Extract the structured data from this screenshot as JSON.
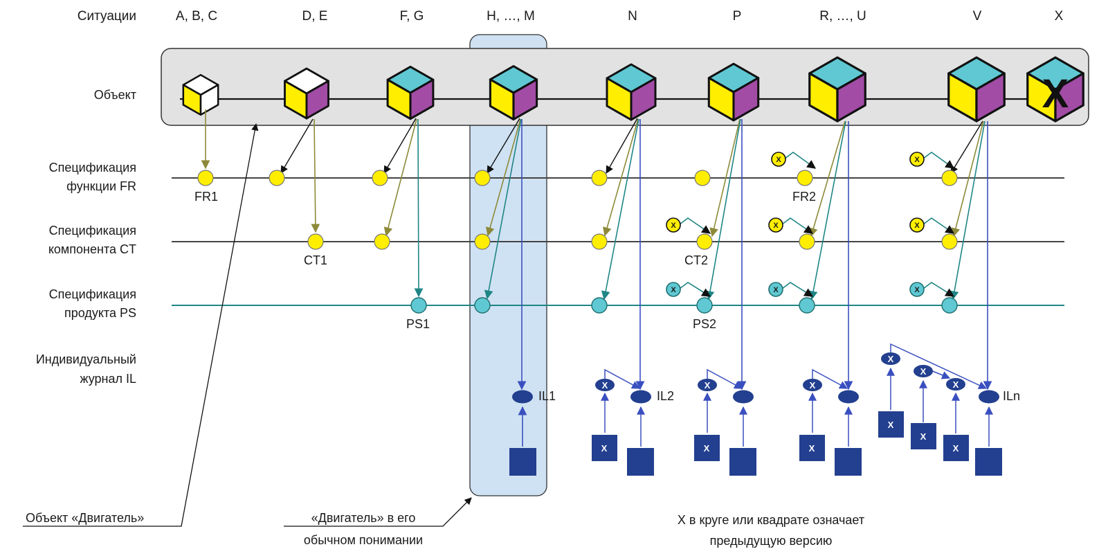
{
  "labels": {
    "situations_header": "Ситуации",
    "row_object": "Объект",
    "row_fr": [
      "Спецификация",
      "функции FR"
    ],
    "row_ct": [
      "Спецификация",
      "компонента CT"
    ],
    "row_ps": [
      "Спецификация",
      "продукта PS"
    ],
    "row_il": [
      "Индивидуальный",
      "журнал IL"
    ],
    "x_mark": "X"
  },
  "situations": [
    "A, B, C",
    "D, E",
    "F, G",
    "H, …, M",
    "N",
    "P",
    "R, …, U",
    "V",
    "X"
  ],
  "node_labels": {
    "fr1": "FR1",
    "fr2": "FR2",
    "ct1": "CT1",
    "ct2": "CT2",
    "ps1": "PS1",
    "ps2": "PS2",
    "il1": "IL1",
    "il2": "IL2",
    "iln": "ILn"
  },
  "annotations": {
    "engine_object": "Объект «Двигатель»",
    "engine_usual": [
      "«Двигатель» в его",
      "обычном понимании"
    ],
    "legend": [
      "X в круге или квадрате означает",
      "предыдущую версию"
    ]
  },
  "colors": {
    "object_band": "#e2e2e2",
    "highlight": "#cfe2f3",
    "cube_top_teal": "#5fc8d3",
    "cube_left_yellow": "#ffee00",
    "cube_right_purple": "#a24ca6",
    "node_yellow": "#ffee00",
    "node_cyan": "#5fc8d3",
    "il_navy": "#233f8f",
    "arrow_olive": "#8c8a38",
    "arrow_teal": "#1f8585",
    "arrow_blue": "#3a4fbf",
    "ps_line": "#1f8585"
  }
}
